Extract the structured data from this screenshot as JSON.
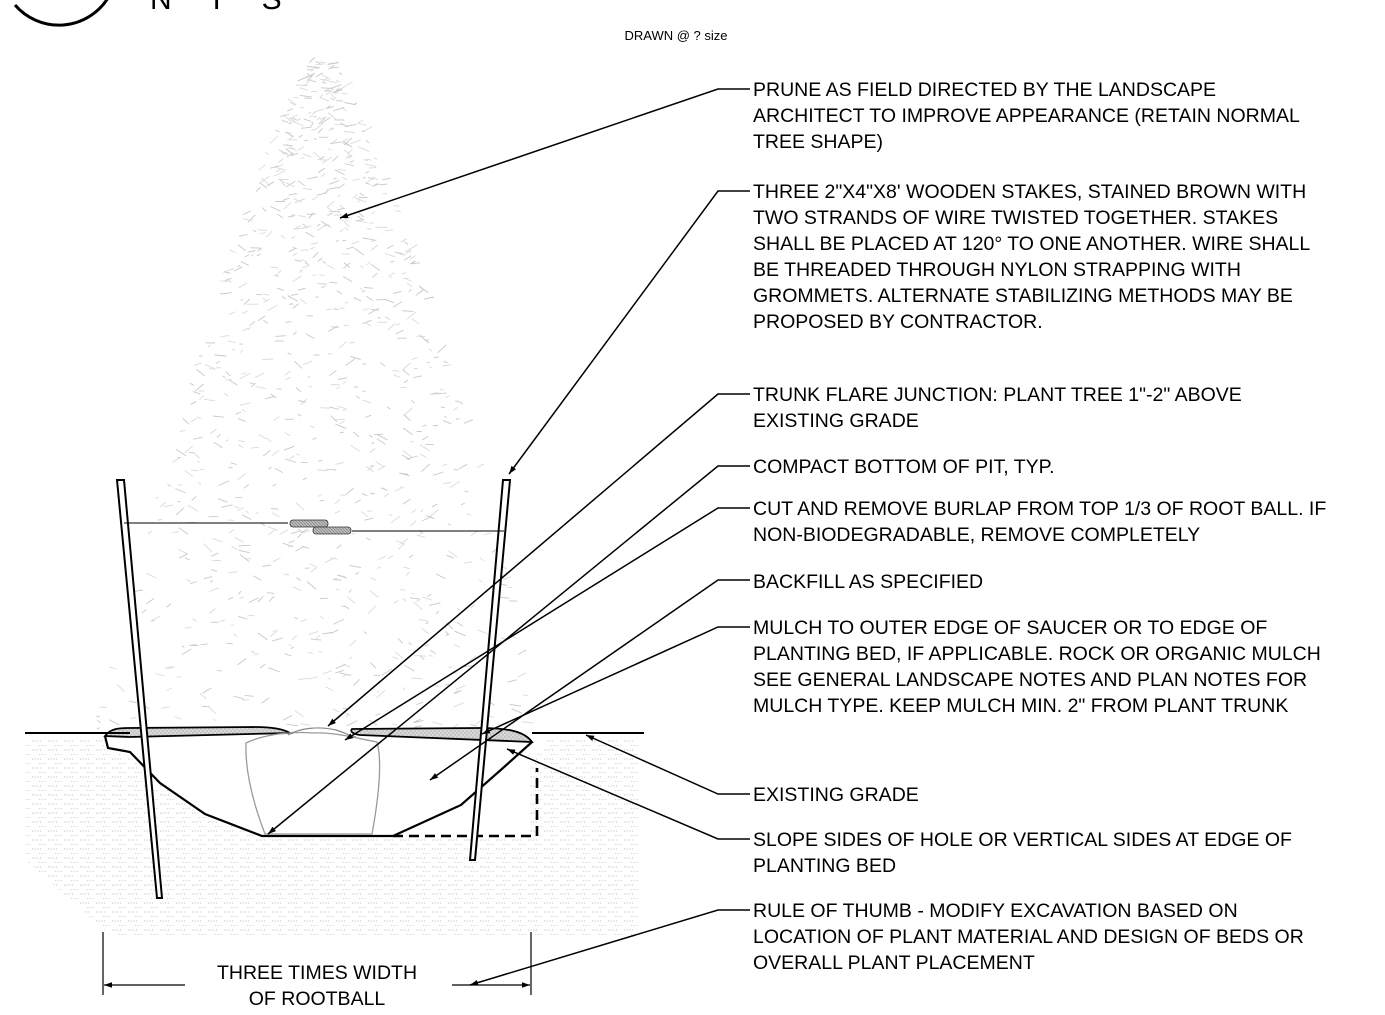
{
  "title_block": {
    "letters": "N T S",
    "scale_note": "DRAWN @ ? size"
  },
  "callouts": [
    {
      "id": "prune",
      "lines": [
        "PRUNE AS FIELD DIRECTED BY THE LANDSCAPE",
        "ARCHITECT TO IMPROVE APPEARANCE (RETAIN NORMAL",
        "TREE SHAPE)"
      ]
    },
    {
      "id": "stakes",
      "lines": [
        "THREE 2\"X4\"X8' WOODEN STAKES, STAINED BROWN WITH",
        "TWO STRANDS OF WIRE TWISTED TOGETHER. STAKES",
        "SHALL BE PLACED AT 120° TO ONE ANOTHER. WIRE SHALL",
        "BE THREADED THROUGH NYLON STRAPPING WITH",
        "GROMMETS.  ALTERNATE STABILIZING METHODS MAY BE",
        "PROPOSED BY CONTRACTOR."
      ]
    },
    {
      "id": "trunk-flare",
      "lines": [
        "TRUNK FLARE JUNCTION:  PLANT TREE 1\"-2\" ABOVE",
        "EXISTING GRADE"
      ]
    },
    {
      "id": "compact",
      "lines": [
        "COMPACT BOTTOM OF PIT, TYP."
      ]
    },
    {
      "id": "burlap",
      "lines": [
        "CUT AND REMOVE BURLAP FROM TOP 1/3 OF ROOT BALL. IF",
        "NON-BIODEGRADABLE, REMOVE COMPLETELY"
      ]
    },
    {
      "id": "backfill",
      "lines": [
        "BACKFILL AS SPECIFIED"
      ]
    },
    {
      "id": "mulch",
      "lines": [
        "MULCH TO OUTER EDGE OF SAUCER OR TO EDGE OF",
        "PLANTING BED, IF APPLICABLE.  ROCK OR ORGANIC MULCH",
        "SEE GENERAL LANDSCAPE NOTES AND PLAN NOTES FOR",
        "MULCH TYPE.  KEEP MULCH MIN. 2\" FROM PLANT TRUNK"
      ]
    },
    {
      "id": "existing-grade",
      "lines": [
        "EXISTING GRADE"
      ]
    },
    {
      "id": "slope",
      "lines": [
        "SLOPE SIDES OF HOLE OR VERTICAL SIDES AT EDGE OF",
        "PLANTING BED"
      ]
    },
    {
      "id": "rule-of-thumb",
      "lines": [
        "RULE OF THUMB - MODIFY EXCAVATION BASED ON",
        "LOCATION OF PLANT MATERIAL AND DESIGN OF BEDS OR",
        "OVERALL PLANT PLACEMENT"
      ]
    }
  ],
  "dimension": {
    "lines": [
      "THREE TIMES WIDTH",
      "OF ROOTBALL"
    ]
  }
}
